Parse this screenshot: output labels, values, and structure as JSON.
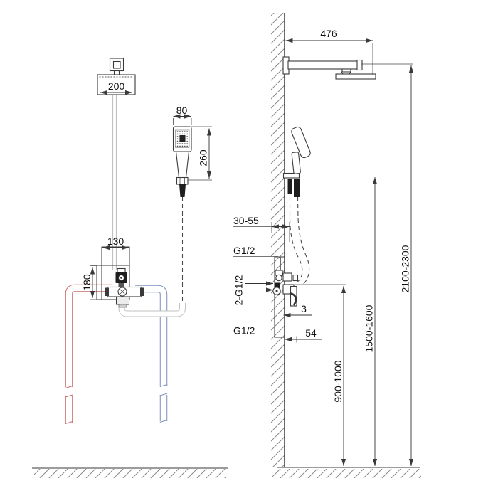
{
  "diagram": {
    "type": "technical-installation-drawing",
    "subject": "Shower system installation dimensions (front and side views)",
    "views": {
      "front": {
        "overhead_shower_width": "200",
        "hand_shower_width": "80",
        "hand_shower_length": "260",
        "mixer_box_width": "130",
        "mixer_box_height": "180"
      },
      "side": {
        "shower_arm_length": "476",
        "embed_depth_range": "30-55",
        "top_connection_thread": "G1/2",
        "inlet_connections_thread": "2-G1/2",
        "plate_gap": "3",
        "valve_protrusion": "54",
        "bottom_connection_thread": "G1/2",
        "valve_height_range": "900-1000",
        "hand_shower_height_range": "1500-1600",
        "overhead_height_range": "2100-2300"
      }
    },
    "colors": {
      "hot_pipe": "#c96b6b",
      "cold_pipe": "#8292c0",
      "neutral_pipe": "#c2c2c2",
      "line": "#3a3a3a",
      "hatch": "#8a8a8a",
      "background": "#ffffff"
    }
  }
}
